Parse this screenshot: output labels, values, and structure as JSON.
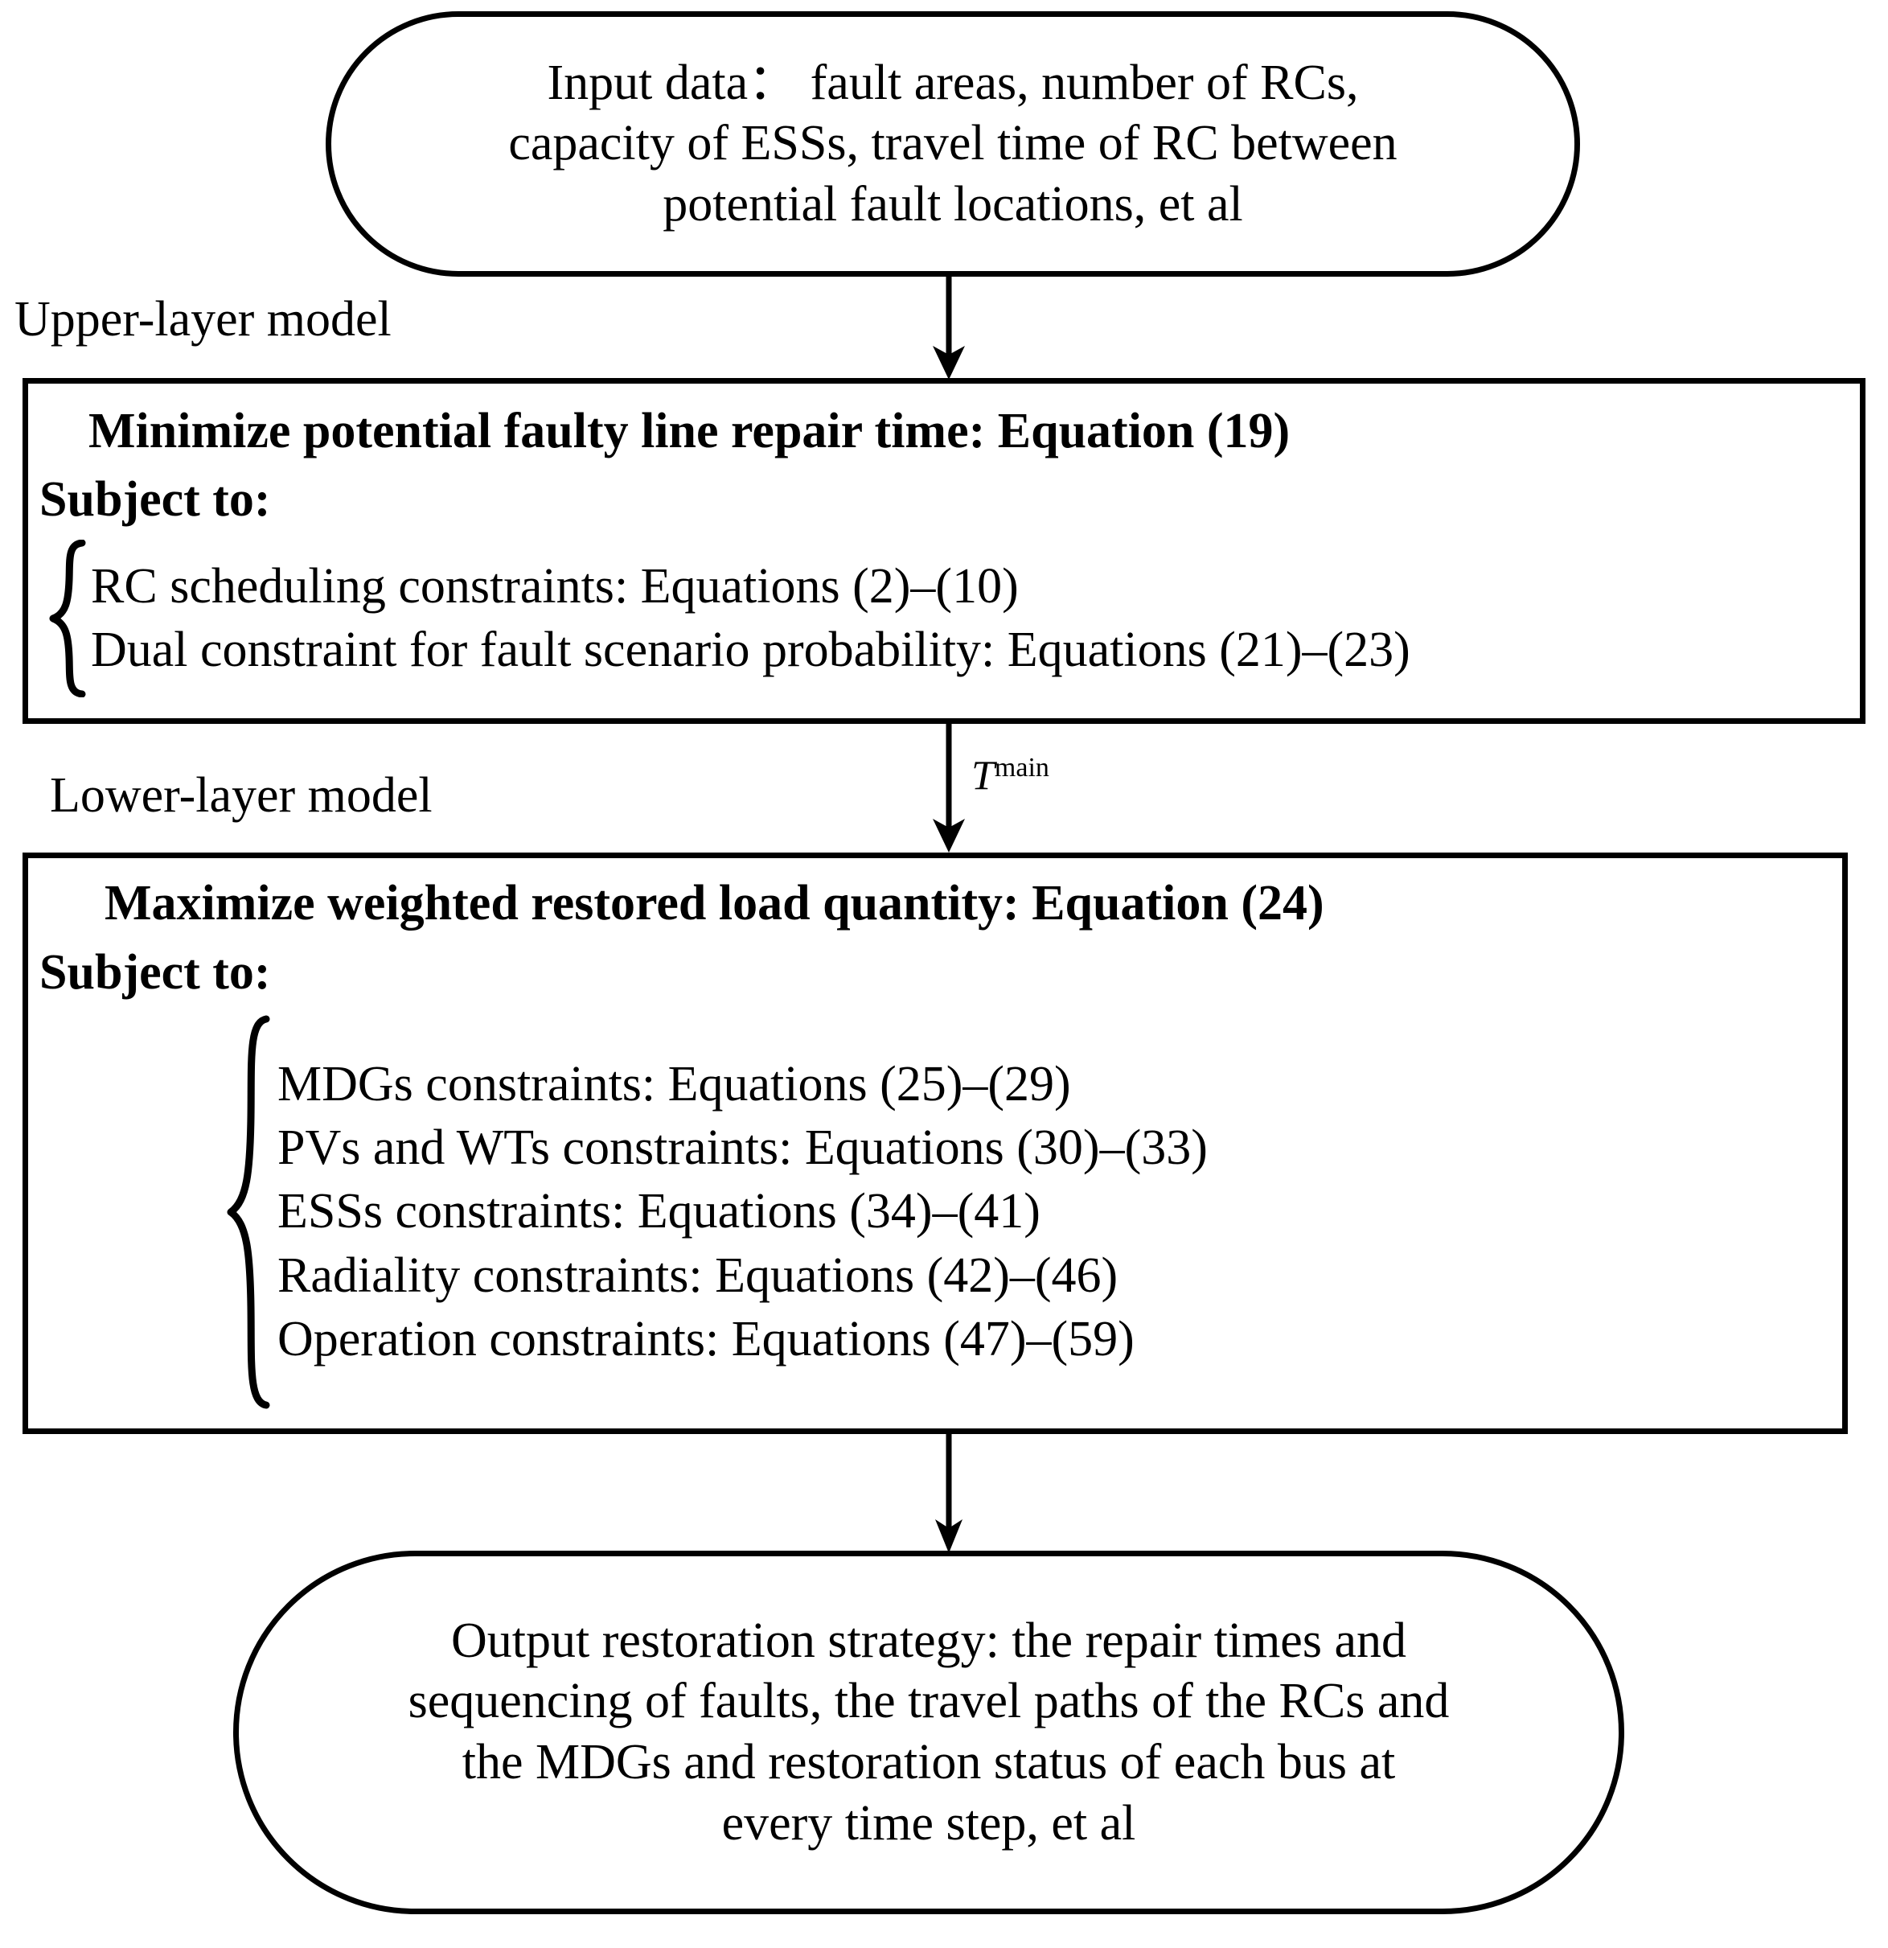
{
  "diagram": {
    "title": "Bi-level optimization model flowchart",
    "stroke_color": "#000000",
    "background_color": "#ffffff"
  },
  "input_box": {
    "name": "input-data-terminal",
    "lines": [
      "Input data： fault areas, number of RCs,",
      "capacity of ESSs, travel time of RC between",
      "potential fault locations, et al"
    ]
  },
  "upper_layer": {
    "label": "Upper-layer model",
    "objective": "Minimize potential faulty line repair time: Equation (19)",
    "subject_to": "Subject to:",
    "constraints": [
      "RC scheduling constraints: Equations (2)–(10)",
      "Dual constraint for fault scenario probability: Equations (21)–(23)"
    ]
  },
  "connector_upper_to_lower": {
    "label_symbol": "T",
    "label_superscript": "main"
  },
  "lower_layer": {
    "label": "Lower-layer model",
    "objective": "Maximize weighted restored load quantity: Equation (24)",
    "subject_to": "Subject to:",
    "constraints": [
      "MDGs constraints: Equations (25)–(29)",
      "PVs and WTs constraints: Equations (30)–(33)",
      "ESSs constraints: Equations (34)–(41)",
      " Radiality constraints: Equations (42)–(46)",
      "Operation constraints: Equations (47)–(59)"
    ]
  },
  "output_box": {
    "name": "output-terminal",
    "lines": [
      "Output  restoration strategy: the repair times and",
      "sequencing of faults, the travel paths of the RCs and",
      "the MDGs and restoration status of each bus at",
      "every time step, et al"
    ]
  }
}
